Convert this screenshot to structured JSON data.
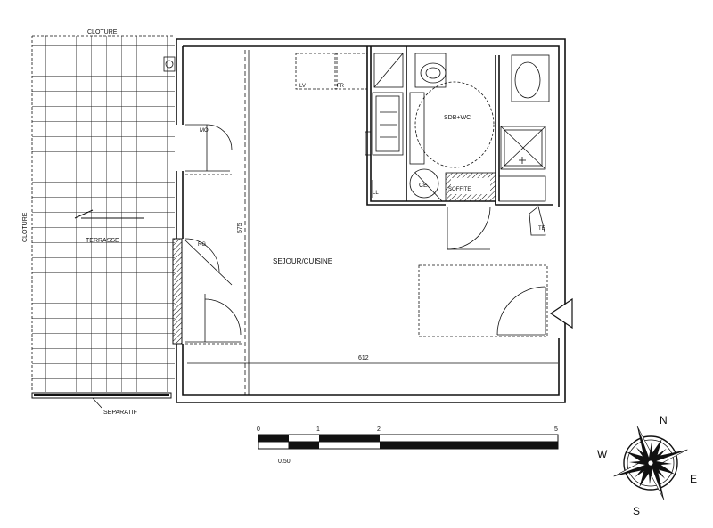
{
  "labels": {
    "cloture_top": "CLOTURE",
    "cloture_side": "CLOTURE",
    "terrasse": "TERRASSE",
    "separatif": "SEPARATIF",
    "sejour": "SEJOUR/CUISINE",
    "sdb": "SDB+WC",
    "ce": "CE",
    "soffite": "SOFFITE",
    "te": "TE",
    "dim_height": "575",
    "dim_width": "612",
    "ll": "LL",
    "lv": "LV",
    "frigo": "FR",
    "mo": "MO",
    "rg": "RG"
  },
  "scale": {
    "ticks": [
      "0",
      "1",
      "2",
      "5"
    ],
    "sub_label": "0.50"
  },
  "compass": {
    "n": "N",
    "s": "S",
    "e": "E",
    "w": "W"
  }
}
